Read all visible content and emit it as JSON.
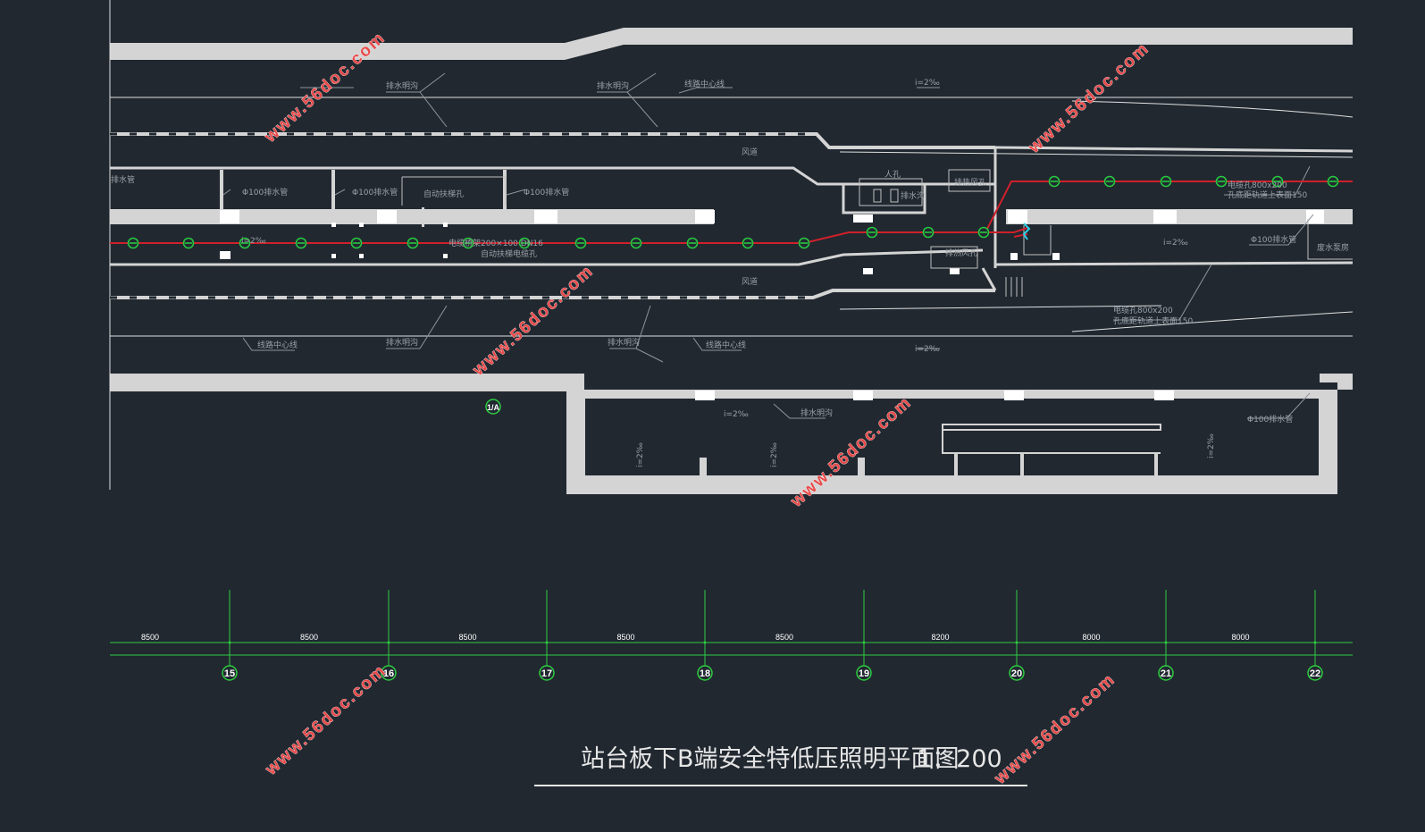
{
  "drawing": {
    "title": "站台板下B端安全特低压照明平面图",
    "scale": "1：200",
    "ref_marker": "1/A",
    "colors": {
      "background": "#212830",
      "wall": "#d4d4d4",
      "line": "#e0e0e0",
      "cable": "#d0202a",
      "fixture": "#27c93f",
      "axis": "#2ecc40",
      "callout": "#8f959c",
      "watermark": "#e84a4a"
    }
  },
  "labels": {
    "drain_pipe_left": "排水管",
    "drain_100_a": "Φ100排水管",
    "drain_100_b": "Φ100排水管",
    "drain_100_c": "Φ100排水管",
    "drain_100_right": "Φ100排水管",
    "drain_100_lower": "Φ100排水管",
    "drain_ditch_1": "排水明沟",
    "drain_ditch_2": "排水明沟",
    "drain_ditch_3": "排水明沟",
    "drain_ditch_4": "排水明沟",
    "drain_ditch_5": "排水明沟",
    "line_center_1": "线路中心线",
    "line_center_2": "线路中心线",
    "line_center_3": "线路中心线",
    "slope_1": "i=2‰",
    "slope_2": "i=2‰",
    "slope_3": "i=2‰",
    "slope_4": "i=2‰",
    "slope_5": "i=2‰",
    "wind_duct_upper": "风道",
    "wind_duct_lower": "风道",
    "fire_hole": "自动扶梯孔",
    "cable_left": "电缆桥架200×100 DN16",
    "cable_left_sub": "自动扶梯电缆孔",
    "manhole": "人孔",
    "drain_pit": "排水沟",
    "air_vent_upper": "排热风孔",
    "air_vent_lower": "排热风孔",
    "cable_hole_upper": "电缆孔800x200",
    "cable_hole_upper_sub": "孔底距轨道上表面150",
    "cable_hole_lower": "电缆孔800x200",
    "cable_hole_lower_sub": "孔底距轨道上表面150",
    "pump_room": "废水泵房",
    "riser_1": "i=2‰",
    "riser_2": "i=2‰",
    "riser_3": "i=2‰"
  },
  "dimensions": {
    "spans": [
      "8500",
      "8500",
      "8500",
      "8500",
      "8500",
      "8200",
      "8000",
      "8000"
    ],
    "axes": [
      "15",
      "16",
      "17",
      "18",
      "19",
      "20",
      "21",
      "22"
    ]
  },
  "watermark": "www.56doc.com"
}
